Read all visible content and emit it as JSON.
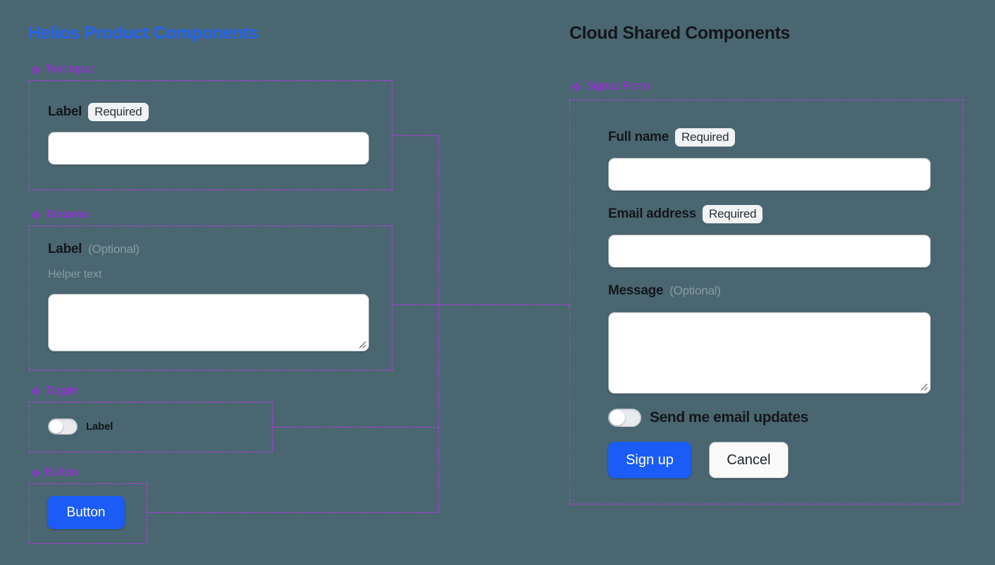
{
  "columns": {
    "left": {
      "title": "Helios Product Components"
    },
    "right": {
      "title": "Cloud Shared Components"
    }
  },
  "colors": {
    "background": "#4a6771",
    "left_title": "#2563f5",
    "right_title": "#14161c",
    "annotation": "#a224e8",
    "outline": "#c832f5",
    "primary_button": "#1a5cf5",
    "badge_background": "#f1f2f4",
    "muted_text": "#8a9aa2"
  },
  "annotations": {
    "text_input": {
      "label": "Text Input",
      "icon": "component-diamond-icon"
    },
    "textarea": {
      "label": "Textarea",
      "icon": "component-diamond-icon"
    },
    "toggle": {
      "label": "Toggle",
      "icon": "component-diamond-icon"
    },
    "button": {
      "label": "Button",
      "icon": "component-diamond-icon"
    },
    "signup_form": {
      "label": "Signup Form",
      "icon": "component-diamond-icon"
    }
  },
  "text_input": {
    "label": "Label",
    "badge": "Required",
    "value": "",
    "placeholder": ""
  },
  "textarea": {
    "label": "Label",
    "optional": "(Optional)",
    "helper": "Helper text",
    "value": "",
    "placeholder": ""
  },
  "toggle": {
    "label": "Label",
    "checked": false
  },
  "button": {
    "label": "Button"
  },
  "signup_form": {
    "full_name": {
      "label": "Full name",
      "badge": "Required",
      "value": "",
      "placeholder": ""
    },
    "email": {
      "label": "Email address",
      "badge": "Required",
      "value": "",
      "placeholder": ""
    },
    "message": {
      "label": "Message",
      "optional": "(Optional)",
      "value": "",
      "placeholder": ""
    },
    "email_updates": {
      "label": "Send me email updates",
      "checked": false
    },
    "submit_label": "Sign up",
    "cancel_label": "Cancel"
  }
}
